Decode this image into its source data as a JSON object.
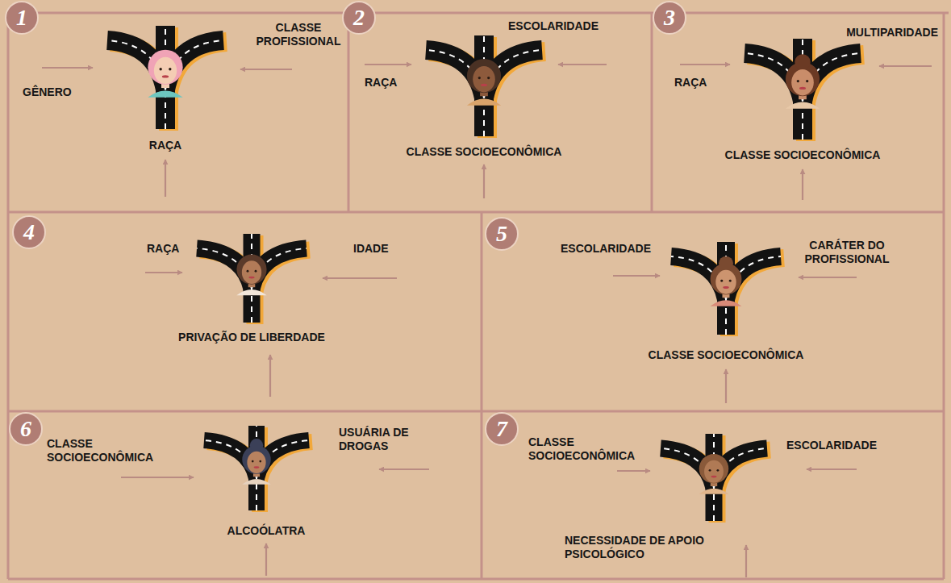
{
  "diagram": {
    "nodes": [
      {
        "text": [
          "CLASSE PROFISSIONAL",
          "GÊNERO",
          "RAÇA"
        ]
      },
      {
        "text": [
          "1"
        ],
        "in": 0
      },
      {
        "text": [
          "ESCOLARIDADE",
          "RAÇA",
          "CLASSE SOCIOECONÔMICA"
        ]
      },
      {
        "text": [
          "2"
        ],
        "in": 2
      },
      {
        "text": [
          "MULTIPARIDADE",
          "RAÇA",
          "CLASSE SOCIOECONÔMICA"
        ]
      },
      {
        "text": [
          "3"
        ],
        "in": 4
      },
      {
        "text": [
          "RAÇA",
          "IDADE",
          "PRIVAÇÃO DE LIBERDADE"
        ]
      },
      {
        "text": [
          "4"
        ],
        "in": 6
      },
      {
        "text": [
          "ESCOLARIDADE",
          "CARÁTER DO PROFISSIONAL",
          "CLASSE SOCIOECONÔMICA"
        ]
      },
      {
        "text": [
          "5"
        ],
        "in": 8
      },
      {
        "text": [
          "CLASSE SOCIOECONÔMICA",
          "USUÁRIA DE DROGAS",
          "ALCOÓLATRA"
        ]
      },
      {
        "text": [
          "6"
        ],
        "in": 10
      },
      {
        "text": [
          "CLASSE SOCIOECONÔMICA",
          "ESCOLARIDADE",
          "NECESSIDADE DE APOIO PSICOLÓGICO"
        ]
      },
      {
        "text": [
          "7"
        ],
        "in": 12
      }
    ]
  }
}
